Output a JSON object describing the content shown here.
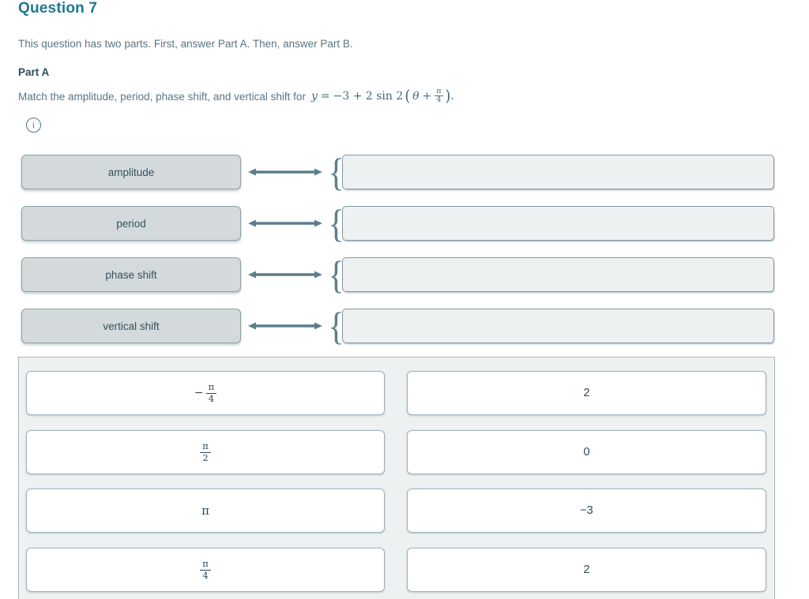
{
  "page": {
    "title": "Question 7"
  },
  "intro": "This question has two parts. First, answer Part A. Then, answer Part B.",
  "part_a": {
    "heading": "Part A",
    "prompt": "Match the amplitude, period, phase shift, and vertical shift for",
    "formula": {
      "y": "y",
      "eq": "=",
      "expr": "−3 + 2 sin 2",
      "open": "(",
      "theta": "θ",
      "plus": "+",
      "frac_num": "π",
      "frac_den": "4",
      "close": ")",
      "period": "."
    }
  },
  "icons": {
    "info": "i",
    "brace": "{"
  },
  "match": {
    "rows": [
      {
        "label": "amplitude"
      },
      {
        "label": "period"
      },
      {
        "label": "phase shift"
      },
      {
        "label": "vertical shift"
      }
    ]
  },
  "choices": {
    "left": [
      {
        "sign": "−",
        "num": "π",
        "den": "4"
      },
      {
        "num": "π",
        "den": "2"
      },
      {
        "value": "π"
      },
      {
        "num": "π",
        "den": "4"
      }
    ],
    "right": [
      {
        "value": "2"
      },
      {
        "value": "0"
      },
      {
        "value": "−3"
      },
      {
        "value": "2"
      }
    ]
  },
  "colors": {
    "accent": "#1d798e",
    "body_text": "#5a7585",
    "dark_text": "#2e4d5c",
    "tile_bg": "#d4dadb",
    "tile_border": "#8fa0a3",
    "drop_bg": "#edf1f2",
    "drop_border": "#8296a2",
    "panel_bg": "#eef1f2",
    "panel_border": "#a9b4b8",
    "choice_border": "#9fb1bb",
    "arrow": "#5d7d8c"
  }
}
